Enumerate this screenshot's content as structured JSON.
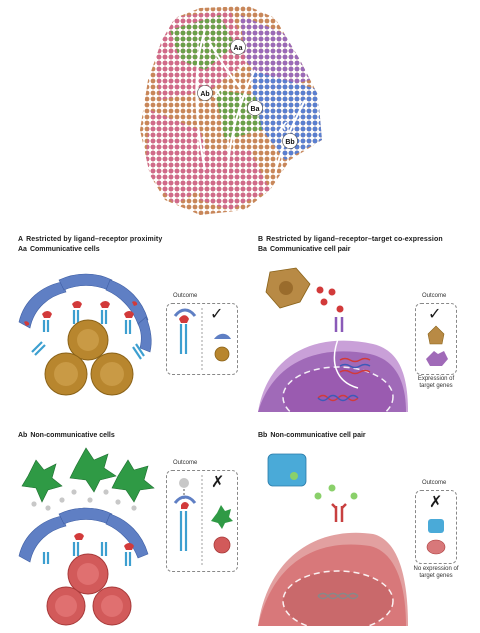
{
  "tissue_labels": {
    "aa": "Aa",
    "ab": "Ab",
    "ba": "Ba",
    "bb": "Bb"
  },
  "tissue_marks": {
    "aa": "✓",
    "ab": "✗",
    "ba": "✓",
    "bb": "✗"
  },
  "panel_a": {
    "key": "A",
    "title": "Restricted by ligand–receptor proximity",
    "aa": {
      "key": "Aa",
      "title": "Communicative cells",
      "outcome": "Outcome",
      "mark": "✓"
    },
    "ab": {
      "key": "Ab",
      "title": "Non-communicative cells",
      "outcome": "Outcome",
      "mark": "✗"
    }
  },
  "panel_b": {
    "key": "B",
    "title": "Restricted by ligand–receptor–target co-expression",
    "ba": {
      "key": "Ba",
      "title": "Communicative cell pair",
      "outcome": "Outcome",
      "mark": "✓",
      "note": "Expression of target genes"
    },
    "bb": {
      "key": "Bb",
      "title": "Non-communicative cell pair",
      "outcome": "Outcome",
      "mark": "✗",
      "note": "No expression of target genes"
    }
  },
  "colors": {
    "gold_cell": "#b8862e",
    "red_cell": "#d25a5a",
    "blue_arc": "#5f7fc4",
    "receptor": "#3d9fd0",
    "ligand_red": "#d23a3a",
    "green_cell": "#2f9a45",
    "purple_nucleus": "#a060c0",
    "pink_nucleus": "#d8787a",
    "tan_cell": "#b88a45"
  }
}
